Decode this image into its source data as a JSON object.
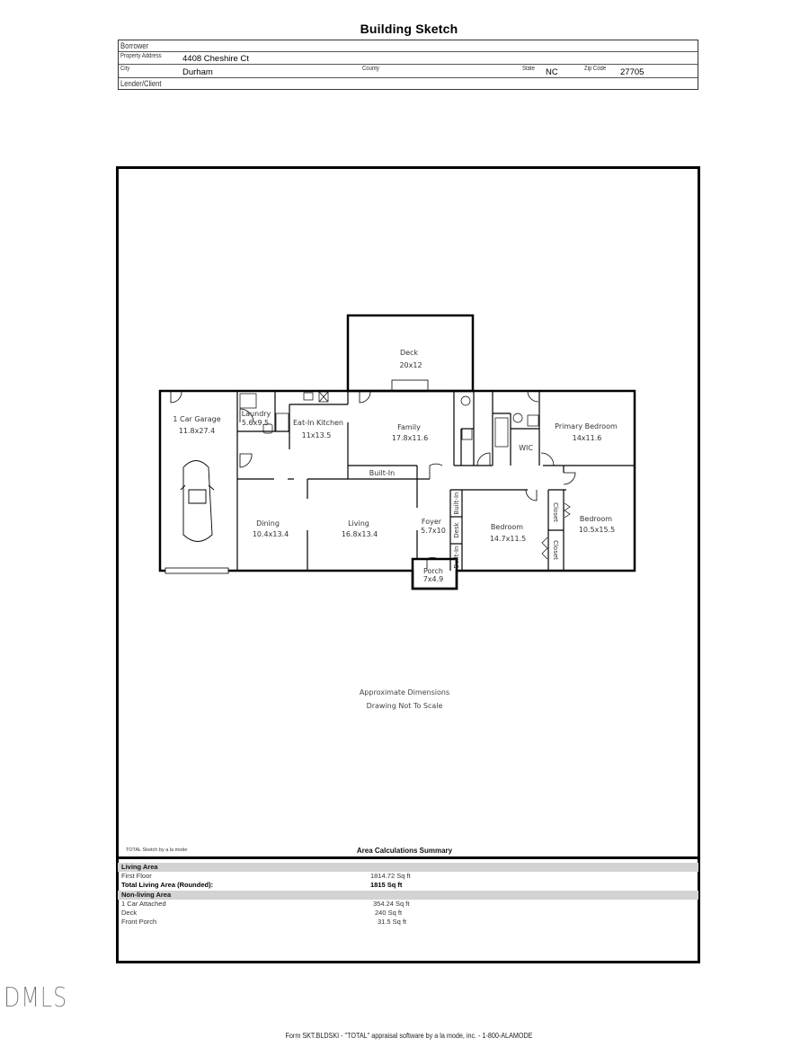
{
  "document": {
    "title": "Building Sketch"
  },
  "header": {
    "borrower_label": "Borrower",
    "borrower_value": "",
    "property_address_label": "Property Address",
    "property_address_value": "4408 Cheshire Ct",
    "city_label": "City",
    "city_value": "Durham",
    "county_label": "County",
    "county_value": "",
    "state_label": "State",
    "state_value": "NC",
    "zip_label": "Zip Code",
    "zip_value": "27705",
    "lender_label": "Lender/Client",
    "lender_value": ""
  },
  "floor_plan": {
    "rooms": [
      {
        "name": "Deck",
        "dims": "20x12"
      },
      {
        "name": "1 Car Garage",
        "dims": "11.8x27.4"
      },
      {
        "name": "Laundry",
        "dims": "5.6x9.5"
      },
      {
        "name": "Eat-In Kitchen",
        "dims": "11x13.5"
      },
      {
        "name": "Family",
        "dims": "17.8x11.6"
      },
      {
        "name": "Primary Bedroom",
        "dims": "14x11.6"
      },
      {
        "name": "WIC",
        "dims": ""
      },
      {
        "name": "Dining",
        "dims": "10.4x13.4"
      },
      {
        "name": "Living",
        "dims": "16.8x13.4"
      },
      {
        "name": "Foyer",
        "dims": "5.7x10"
      },
      {
        "name": "Bedroom",
        "dims": "14.7x11.5"
      },
      {
        "name": "Bedroom",
        "dims": "10.5x15.5"
      },
      {
        "name": "Porch",
        "dims": "7x4.9"
      }
    ],
    "labels": {
      "built_in": "Built-In",
      "desk": "Desk",
      "closet": "Closet",
      "cl": "Cl"
    },
    "notes": [
      "Approximate Dimensions",
      "Drawing Not To Scale"
    ]
  },
  "credit": "TOTAL Sketch by a la mode",
  "area_summary": {
    "title": "Area Calculations Summary",
    "sections": [
      {
        "heading": "Living Area",
        "rows": [
          {
            "label": "First Floor",
            "value": "1814.72 Sq ft",
            "bold": false
          },
          {
            "label": "Total Living Area (Rounded):",
            "value": "1815 Sq ft",
            "bold": true
          }
        ]
      },
      {
        "heading": "Non-living Area",
        "rows": [
          {
            "label": "1 Car Attached",
            "value": "354.24 Sq ft",
            "bold": false
          },
          {
            "label": "Deck",
            "value": "240 Sq ft",
            "bold": false
          },
          {
            "label": "Front Porch",
            "value": "31.5 Sq ft",
            "bold": false
          }
        ]
      }
    ]
  },
  "watermark": "DMLS",
  "footer": "Form SKT.BLDSKI - \"TOTAL\" appraisal software by a la mode, inc. - 1-800-ALAMODE"
}
